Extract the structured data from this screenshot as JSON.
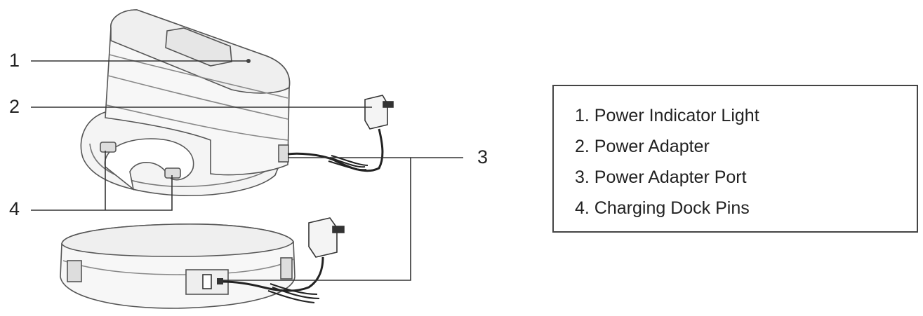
{
  "callouts": [
    "1",
    "2",
    "3",
    "4"
  ],
  "legend": [
    "1. Power Indicator Light",
    "2. Power Adapter",
    "3. Power Adapter Port",
    "4. Charging Dock Pins"
  ],
  "colors": {
    "line": "#333333",
    "outline": "#555555",
    "fill_light": "#f4f4f4",
    "fill_mid": "#e6e6e6",
    "cable": "#222222"
  }
}
